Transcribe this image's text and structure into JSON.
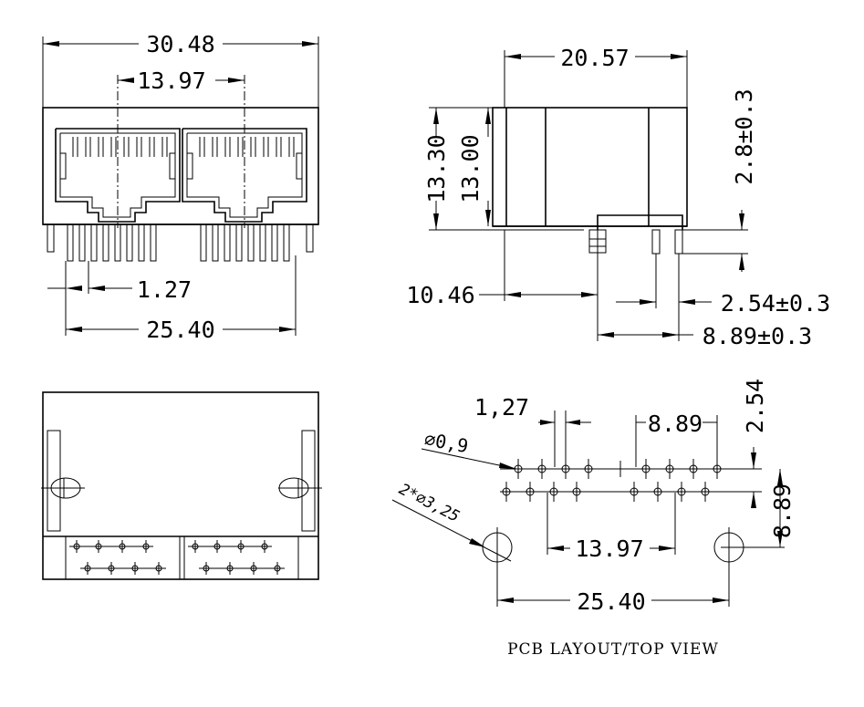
{
  "dimensions": {
    "front_overall_width": "30.48",
    "front_port_pitch": "13.97",
    "front_pin_pitch": "1.27",
    "front_row_span": "25.40",
    "side_depth": "20.57",
    "side_height_total": "13.30",
    "side_body_height": "13.00",
    "side_pin_length": "2.8±0.3",
    "side_front_offset": "10.46",
    "side_row_spacing": "2.54±0.3",
    "side_rear_offset": "8.89±0.3",
    "pcb_pin_pitch": "1,27",
    "pcb_pitch_8_89": "8.89",
    "pcb_row_spacing": "2.54",
    "pcb_hole_diameter": "∅0,9",
    "pcb_post_holes": "2*∅3,25",
    "pcb_port_pitch": "13.97",
    "pcb_row_to_post": "8.89",
    "pcb_post_span": "25.40"
  },
  "caption": "PCB LAYOUT/TOP VIEW"
}
